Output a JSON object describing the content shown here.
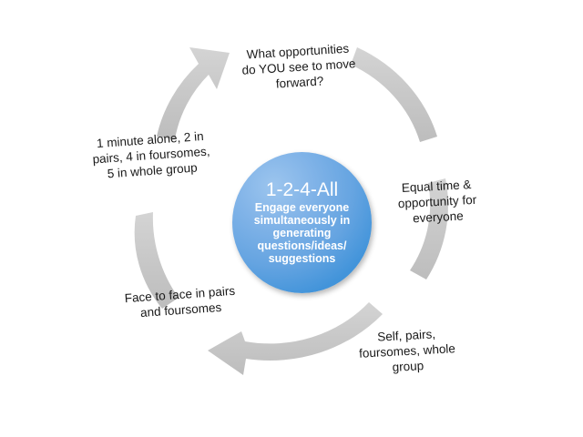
{
  "diagram": {
    "type": "circular-cycle",
    "background_color": "#ffffff",
    "arc_color": "#c9c9c9",
    "center": {
      "title": "1-2-4-All",
      "body": "Engage everyone simultaneously in generating questions/ideas/ suggestions",
      "gradient_light": "#82b4e8",
      "gradient_dark": "#3e93d8",
      "text_color": "#ffffff"
    },
    "labels": [
      {
        "id": "top",
        "text": "What opportunities\ndo YOU see to move\nforward?"
      },
      {
        "id": "right",
        "text": "Equal time &\nopportunity for\neveryone"
      },
      {
        "id": "botright",
        "text": "Self, pairs,\nfoursomes, whole\ngroup"
      },
      {
        "id": "botleft",
        "text": "Face to face  in pairs\nand foursomes"
      },
      {
        "id": "left",
        "text": "1 minute alone, 2 in\npairs, 4 in foursomes,\n5 in whole group"
      }
    ],
    "arcs": [
      {
        "id": "arc-top-left",
        "has_arrowhead": true
      },
      {
        "id": "arc-top-right",
        "has_arrowhead": false
      },
      {
        "id": "arc-right",
        "has_arrowhead": false
      },
      {
        "id": "arc-bottom",
        "has_arrowhead": true
      },
      {
        "id": "arc-left",
        "has_arrowhead": false
      }
    ]
  }
}
